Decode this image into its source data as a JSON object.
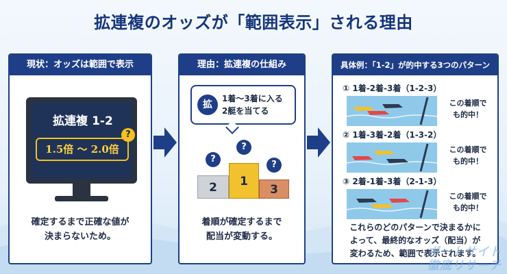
{
  "title": "拡連複のオッズが「範囲表示」される理由",
  "colors": {
    "navy": "#1e3f87",
    "yellow": "#f6c21b",
    "gold": "#f2c12e",
    "silver": "#cfd3d8",
    "bronze": "#d98e63"
  },
  "panel1": {
    "header": "現状：オッズは範囲で表示",
    "monitor_title": "拡連複 1-2",
    "odds_range": "1.5倍 ～ 2.0倍",
    "badge": "?",
    "caption_lines": [
      "確定するまで正確な値が",
      "決まらないため。"
    ]
  },
  "panel2": {
    "header": "理由：拡連複の仕組み",
    "bubble_icon": "拡",
    "bubble_lines": [
      "1着～3着に入る",
      "2艇を当てる"
    ],
    "podium": [
      {
        "place": "2",
        "mark": "?"
      },
      {
        "place": "1",
        "mark": "?"
      },
      {
        "place": "3",
        "mark": "?"
      }
    ],
    "caption_lines": [
      "着順が確定するまで",
      "配当が変動する。"
    ]
  },
  "panel3": {
    "header": "具体例：「1-2」が的中する3つのパターン",
    "examples": [
      {
        "label": "① 1着-2着-3着（1-2-3）",
        "note_lines": [
          "この着順で",
          "も的中！"
        ]
      },
      {
        "label": "② 1着-3着-2着（1-3-2）",
        "note_lines": [
          "この着順で",
          "も的中！"
        ]
      },
      {
        "label": "③ 2着-1着-3着（2-1-3）",
        "note_lines": [
          "この着順で",
          "も的中！"
        ]
      }
    ],
    "footer_lines": [
      "これらのどのパターンで決まるかに",
      "よって、最終的なオッズ（配当）が",
      "変わるため、範囲で表示されます。"
    ]
  },
  "watermark_lines": [
    "ボートサイト",
    "徹底リサーチ"
  ],
  "icons": {
    "arrow": "right-arrow-icon",
    "monitor": "monitor-icon",
    "podium": "podium-icon",
    "boat": "boat-icon",
    "question": "question-icon"
  }
}
